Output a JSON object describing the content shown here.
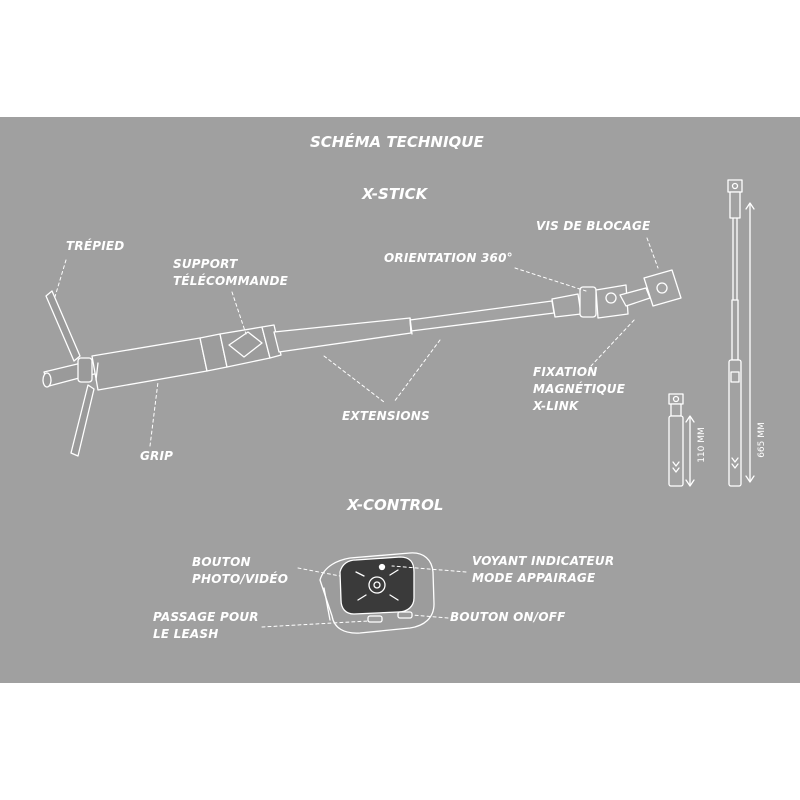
{
  "title": "SCHÉMA TECHNIQUE",
  "xstick": {
    "heading": "X-STICK",
    "labels": {
      "trepied": "TRÉPIED",
      "support_line1": "SUPPORT",
      "support_line2": "TÉLÉCOMMANDE",
      "orientation": "ORIENTATION 360°",
      "vis": "VIS DE BLOCAGE",
      "fixation_line1": "FIXATION",
      "fixation_line2": "MAGNÉTIQUE",
      "fixation_line3": "X-LINK",
      "extensions": "EXTENSIONS",
      "grip": "GRIP"
    },
    "dimensions": {
      "short": "110 MM",
      "long": "665 MM"
    }
  },
  "xcontrol": {
    "heading": "X-CONTROL",
    "labels": {
      "bouton_photo_line1": "BOUTON",
      "bouton_photo_line2": "PHOTO/VIDÉO",
      "voyant_line1": "VOYANT INDICATEUR",
      "voyant_line2": "MODE APPAIRAGE",
      "passage_line1": "PASSAGE POUR",
      "passage_line2": "LE LEASH",
      "bouton_onoff": "BOUTON ON/OFF"
    }
  },
  "colors": {
    "background": "#a0a0a0",
    "page": "#ffffff",
    "line": "#ffffff",
    "device_dark": "#3a3a3a"
  }
}
